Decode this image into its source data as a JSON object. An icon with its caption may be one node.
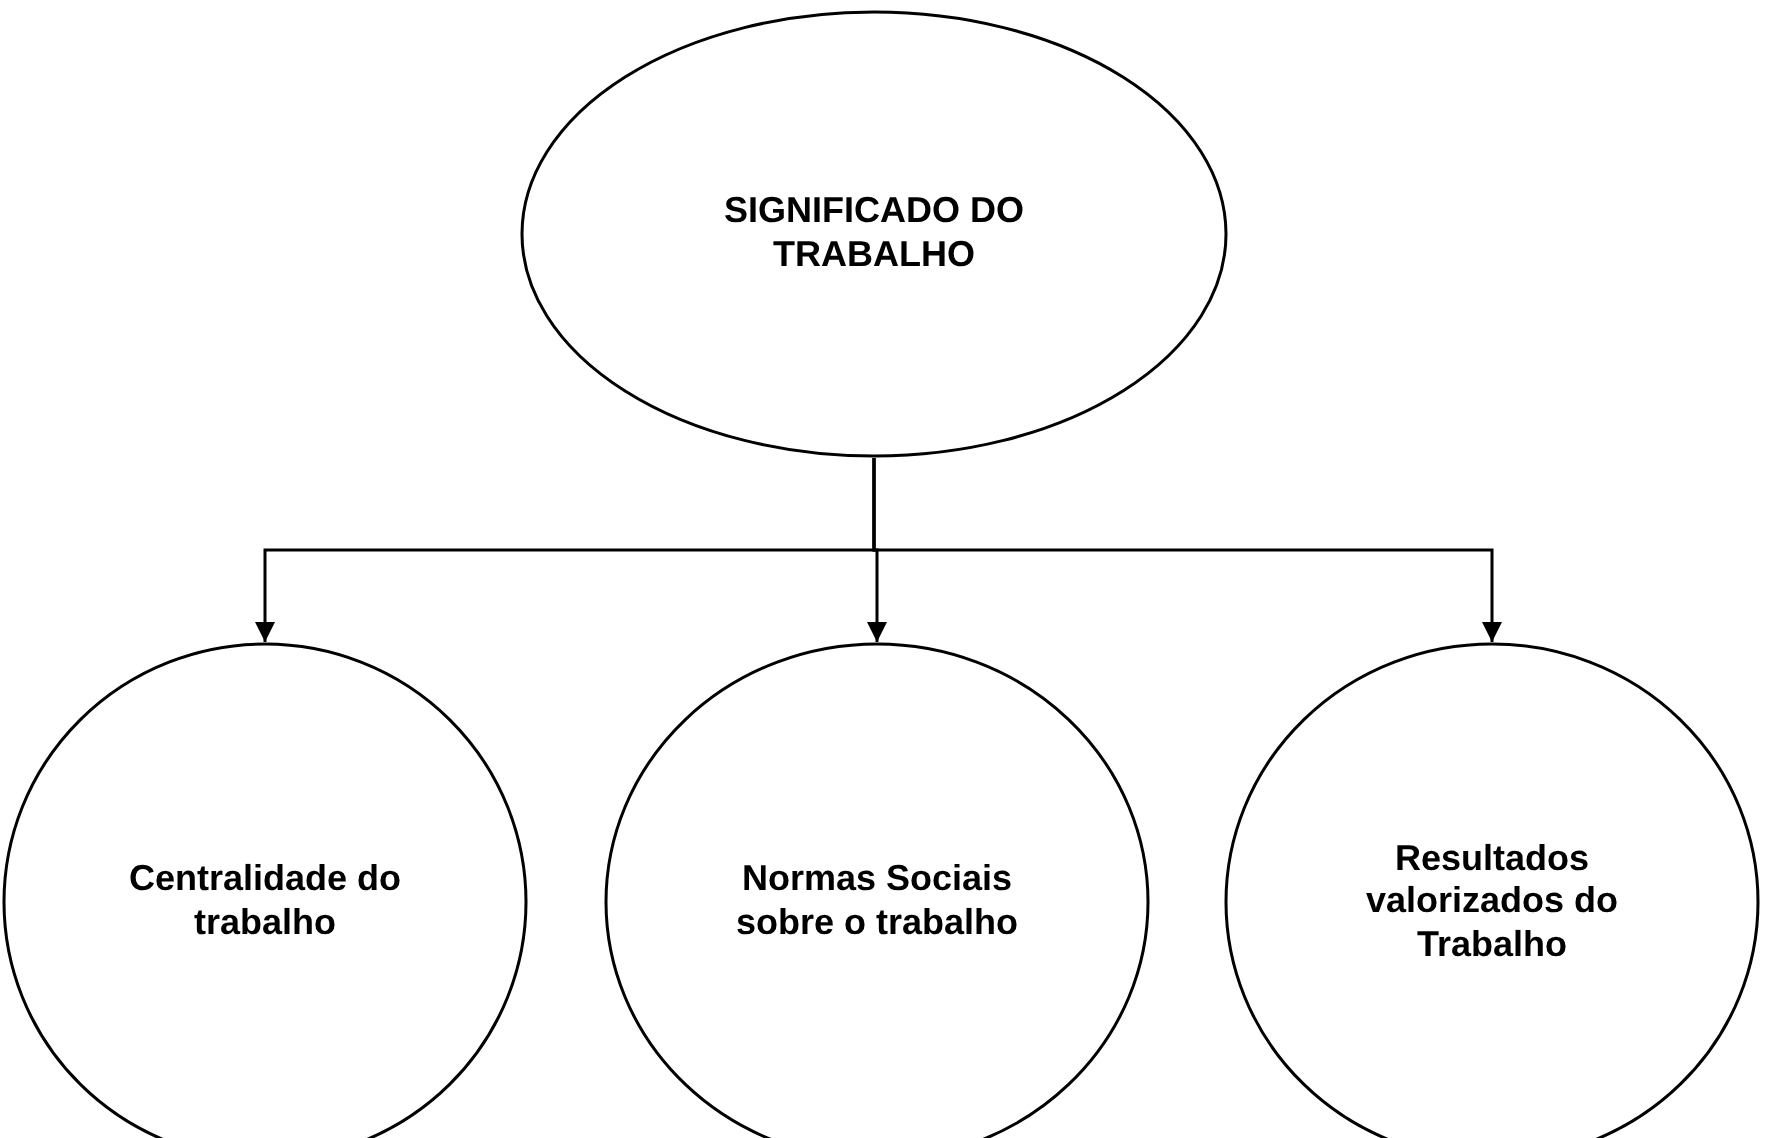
{
  "diagram": {
    "nodes": [
      {
        "text": [
          "SIGNIFICADO DO TRABALHO"
        ]
      },
      {
        "text": [
          "Centralidade do trabalho"
        ]
      },
      {
        "text": [
          "Normas Sociais sobre o trabalho"
        ]
      },
      {
        "text": [
          "Resultados valorizados do Trabalho"
        ]
      }
    ],
    "edges": [
      {
        "from": 0,
        "to": 1,
        "arrow": "to"
      },
      {
        "from": 0,
        "to": 2,
        "arrow": "to"
      },
      {
        "from": 0,
        "to": 3,
        "arrow": "to"
      }
    ]
  }
}
